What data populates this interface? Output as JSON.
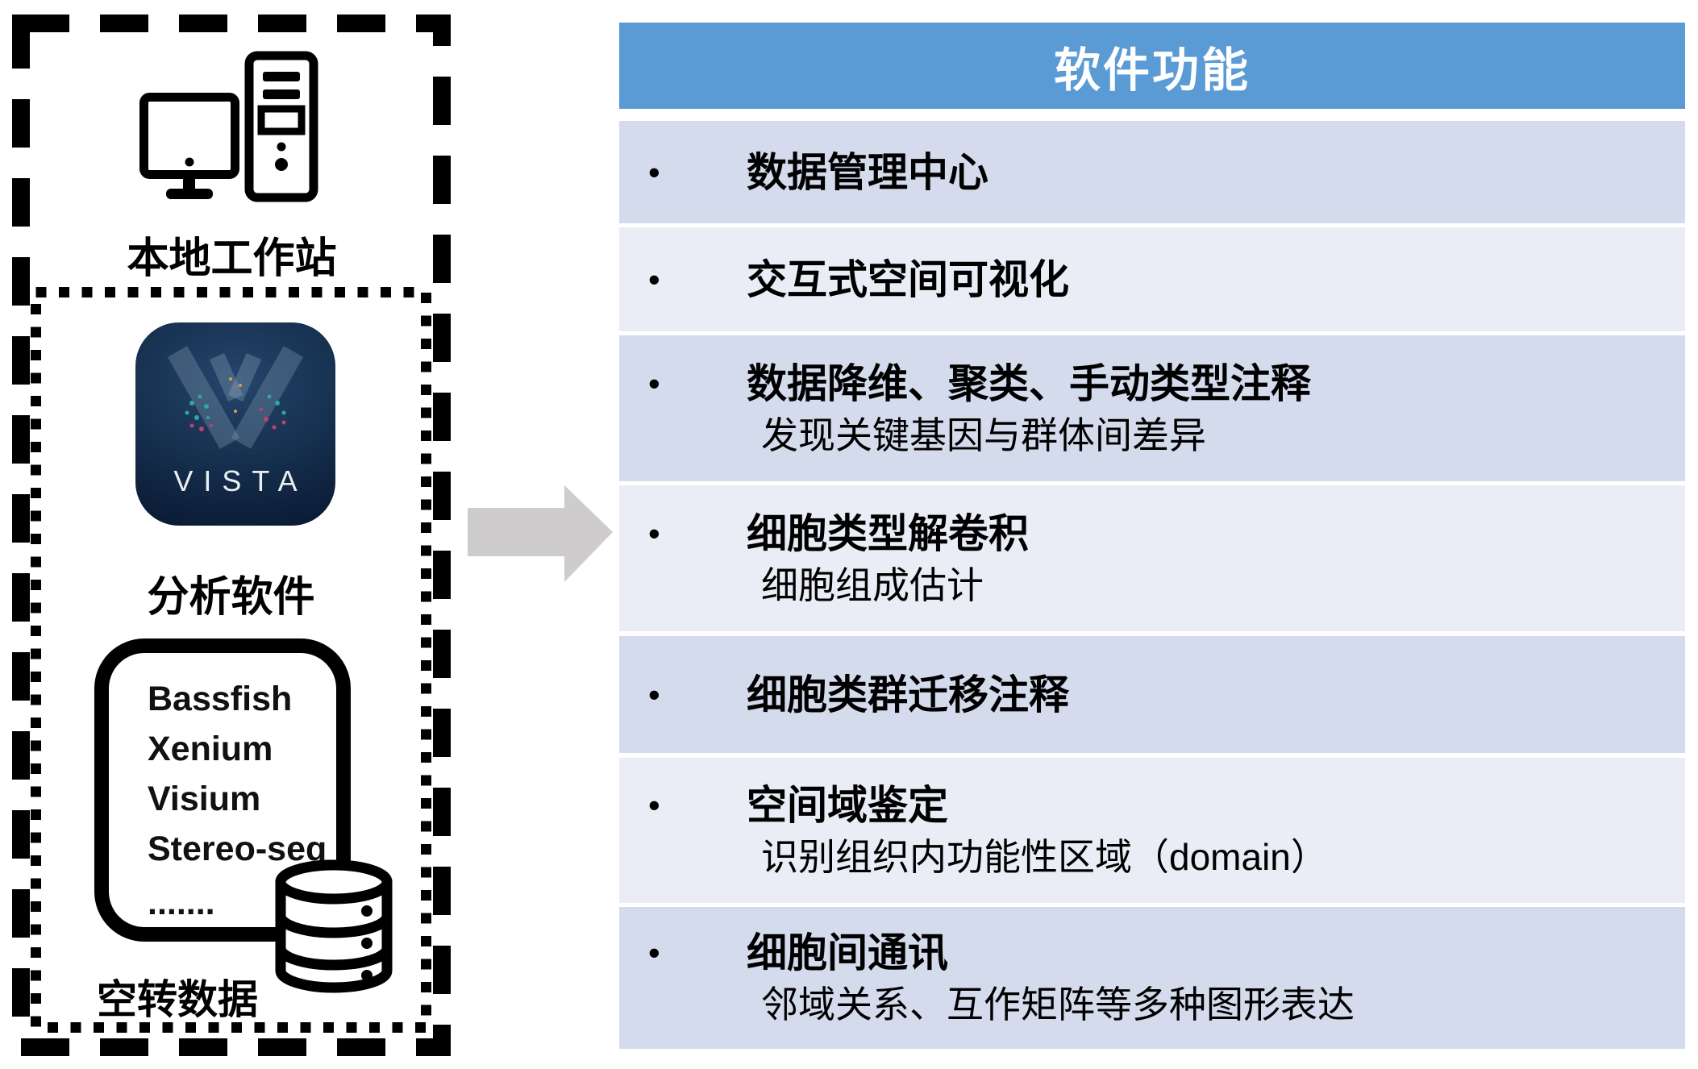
{
  "left_panel": {
    "workstation_label": "本地工作站",
    "vista_wordmark": "VISTA",
    "software_label": "分析软件",
    "platform_items": [
      "Bassfish",
      "Xenium",
      "Visium",
      "Stereo-seq",
      "......."
    ],
    "spatial_data_label": "空转数据"
  },
  "table": {
    "header": "软件功能",
    "bullet": "•",
    "rows": [
      {
        "title": "数据管理中心",
        "subtitle": ""
      },
      {
        "title": "交互式空间可视化",
        "subtitle": ""
      },
      {
        "title": "数据降维、聚类、手动类型注释",
        "subtitle": "发现关键基因与群体间差异"
      },
      {
        "title": "细胞类型解卷积",
        "subtitle": "细胞组成估计"
      },
      {
        "title": "细胞类群迁移注释",
        "subtitle": ""
      },
      {
        "title": "空间域鉴定",
        "subtitle": "识别组织内功能性区域（domain）"
      },
      {
        "title": "细胞间通讯",
        "subtitle": "邻域关系、互作矩阵等多种图形表达"
      }
    ]
  },
  "colors": {
    "header_bg": "#5B9BD5",
    "row_dark": "#D4DBEC",
    "row_light": "#EAEDF5",
    "arrow_gray": "#CECCCD",
    "icon_navy": "#12294A",
    "line_black": "#000000"
  }
}
